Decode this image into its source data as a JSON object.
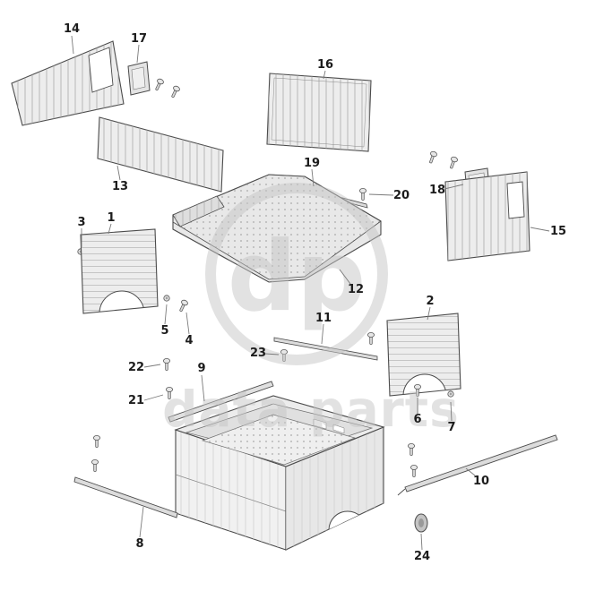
{
  "watermark": {
    "logo_text": "dp",
    "brand": "data parts"
  },
  "colors": {
    "line": "#4b4b4b",
    "panel_fill": "#ededed",
    "panel_rib": "#ababab",
    "watermark": "#c6c6c6",
    "background": "#ffffff"
  },
  "callouts": {
    "c1": {
      "label": "1"
    },
    "c2": {
      "label": "2"
    },
    "c3": {
      "label": "3"
    },
    "c4": {
      "label": "4"
    },
    "c5": {
      "label": "5"
    },
    "c6": {
      "label": "6"
    },
    "c7": {
      "label": "7"
    },
    "c8": {
      "label": "8"
    },
    "c9": {
      "label": "9"
    },
    "c10": {
      "label": "10"
    },
    "c11": {
      "label": "11"
    },
    "c12": {
      "label": "12"
    },
    "c13": {
      "label": "13"
    },
    "c14": {
      "label": "14"
    },
    "c15": {
      "label": "15"
    },
    "c16": {
      "label": "16"
    },
    "c17": {
      "label": "17"
    },
    "c18": {
      "label": "18"
    },
    "c19": {
      "label": "19"
    },
    "c20": {
      "label": "20"
    },
    "c21": {
      "label": "21"
    },
    "c22": {
      "label": "22"
    },
    "c23": {
      "label": "23"
    },
    "c24": {
      "label": "24"
    }
  }
}
